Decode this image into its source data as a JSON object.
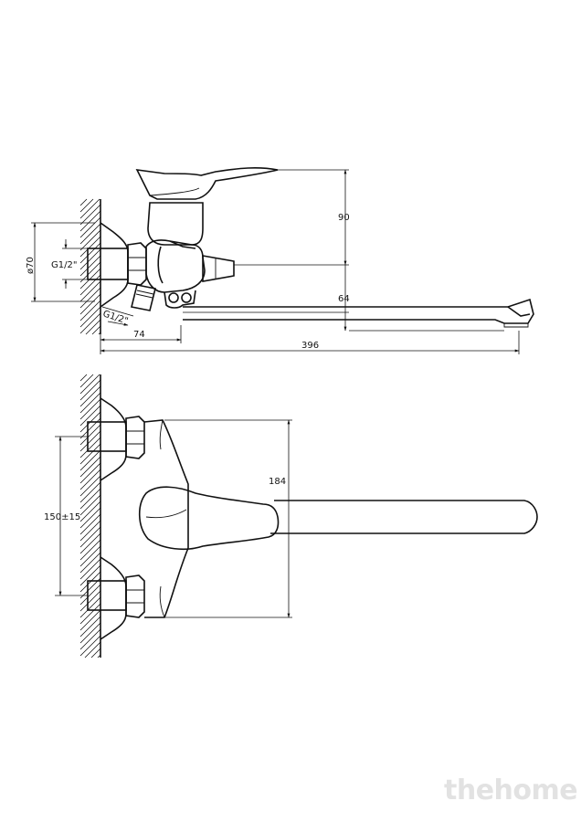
{
  "dimensions": {
    "d_70": "ø70",
    "g_half_upper": "G1/2\"",
    "g_half_lower": "G1/2\"",
    "h_90": "90",
    "h_64": "64",
    "w_74": "74",
    "w_396": "396",
    "h_184": "184",
    "h_150": "150±15"
  },
  "watermark": "thehome"
}
